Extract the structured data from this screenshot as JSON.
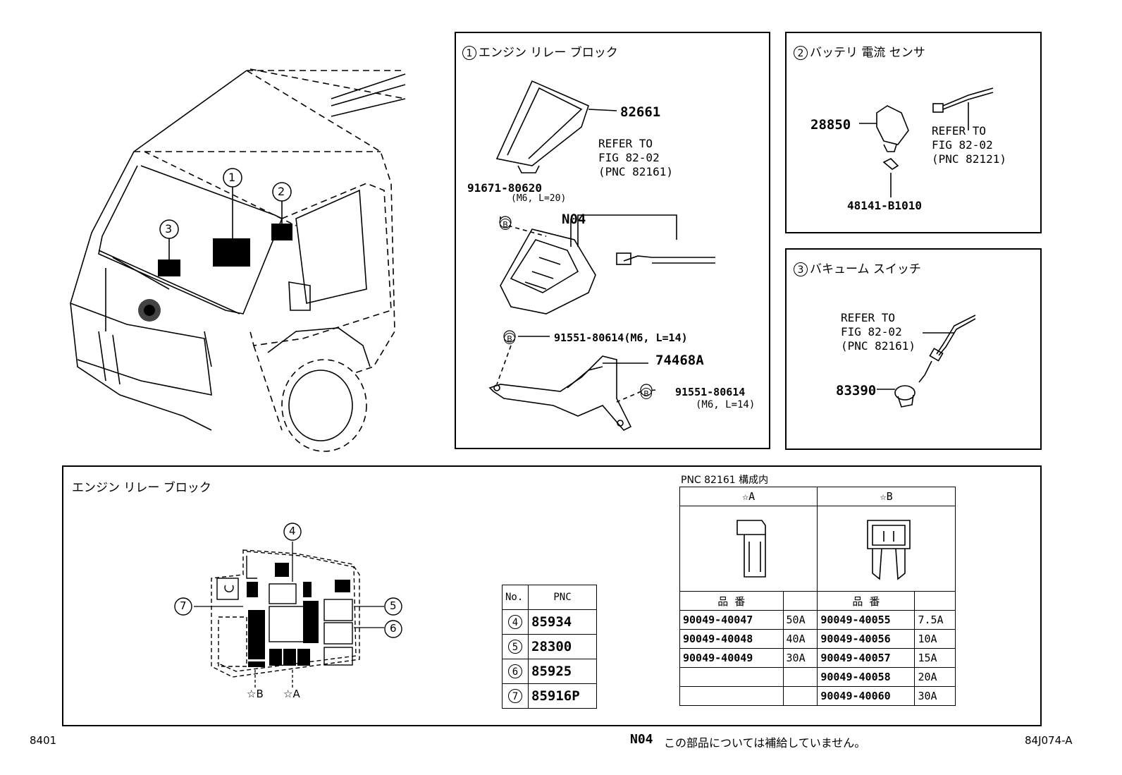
{
  "panel1": {
    "num": "1",
    "title": "エンジン リレー ブロック",
    "parts": {
      "cover": "82661",
      "refer": "REFER TO\nFIG 82-02\n(PNC 82161)",
      "bolt1": "91671-80620",
      "bolt1_spec": "(M6, L=20)",
      "block": "N04",
      "bolt2": "91551-80614(M6, L=14)",
      "bracket": "74468A",
      "bolt3": "91551-80614",
      "bolt3_spec": "(M6, L=14)",
      "circle_b": "B"
    }
  },
  "panel2": {
    "num": "2",
    "title": "バッテリ 電流 センサ",
    "parts": {
      "sensor": "28850",
      "refer": "REFER TO\nFIG 82-02\n(PNC 82121)",
      "clip": "48141-B1010"
    }
  },
  "panel3": {
    "num": "3",
    "title": "バキューム スイッチ",
    "parts": {
      "refer": "REFER TO\nFIG 82-02\n(PNC 82161)",
      "switch": "83390"
    }
  },
  "truck_callouts": [
    "1",
    "2",
    "3"
  ],
  "bottom": {
    "title": "エンジン リレー ブロック",
    "callouts": [
      "4",
      "5",
      "6",
      "7"
    ],
    "star_a": "☆A",
    "star_b": "☆B",
    "pnc_table": {
      "headers": [
        "No.",
        "PNC"
      ],
      "rows": [
        {
          "no": "4",
          "pnc": "85934"
        },
        {
          "no": "5",
          "pnc": "28300"
        },
        {
          "no": "6",
          "pnc": "85925"
        },
        {
          "no": "7",
          "pnc": "85916P"
        }
      ]
    },
    "fuse": {
      "caption": "PNC 82161 構成内",
      "col_a": "☆A",
      "col_b": "☆B",
      "part_no_header": "品 番",
      "rows": [
        {
          "a_pn": "90049-40047",
          "a_amp": "50A",
          "b_pn": "90049-40055",
          "b_amp": "7.5A"
        },
        {
          "a_pn": "90049-40048",
          "a_amp": "40A",
          "b_pn": "90049-40056",
          "b_amp": "10A"
        },
        {
          "a_pn": "90049-40049",
          "a_amp": "30A",
          "b_pn": "90049-40057",
          "b_amp": "15A"
        },
        {
          "a_pn": "",
          "a_amp": "",
          "b_pn": "90049-40058",
          "b_amp": "20A"
        },
        {
          "a_pn": "",
          "a_amp": "",
          "b_pn": "90049-40060",
          "b_amp": "30A"
        }
      ]
    }
  },
  "footer": {
    "left": "8401",
    "note_code": "N04",
    "note": "この部品については補給していません。",
    "right": "84J074-A"
  }
}
